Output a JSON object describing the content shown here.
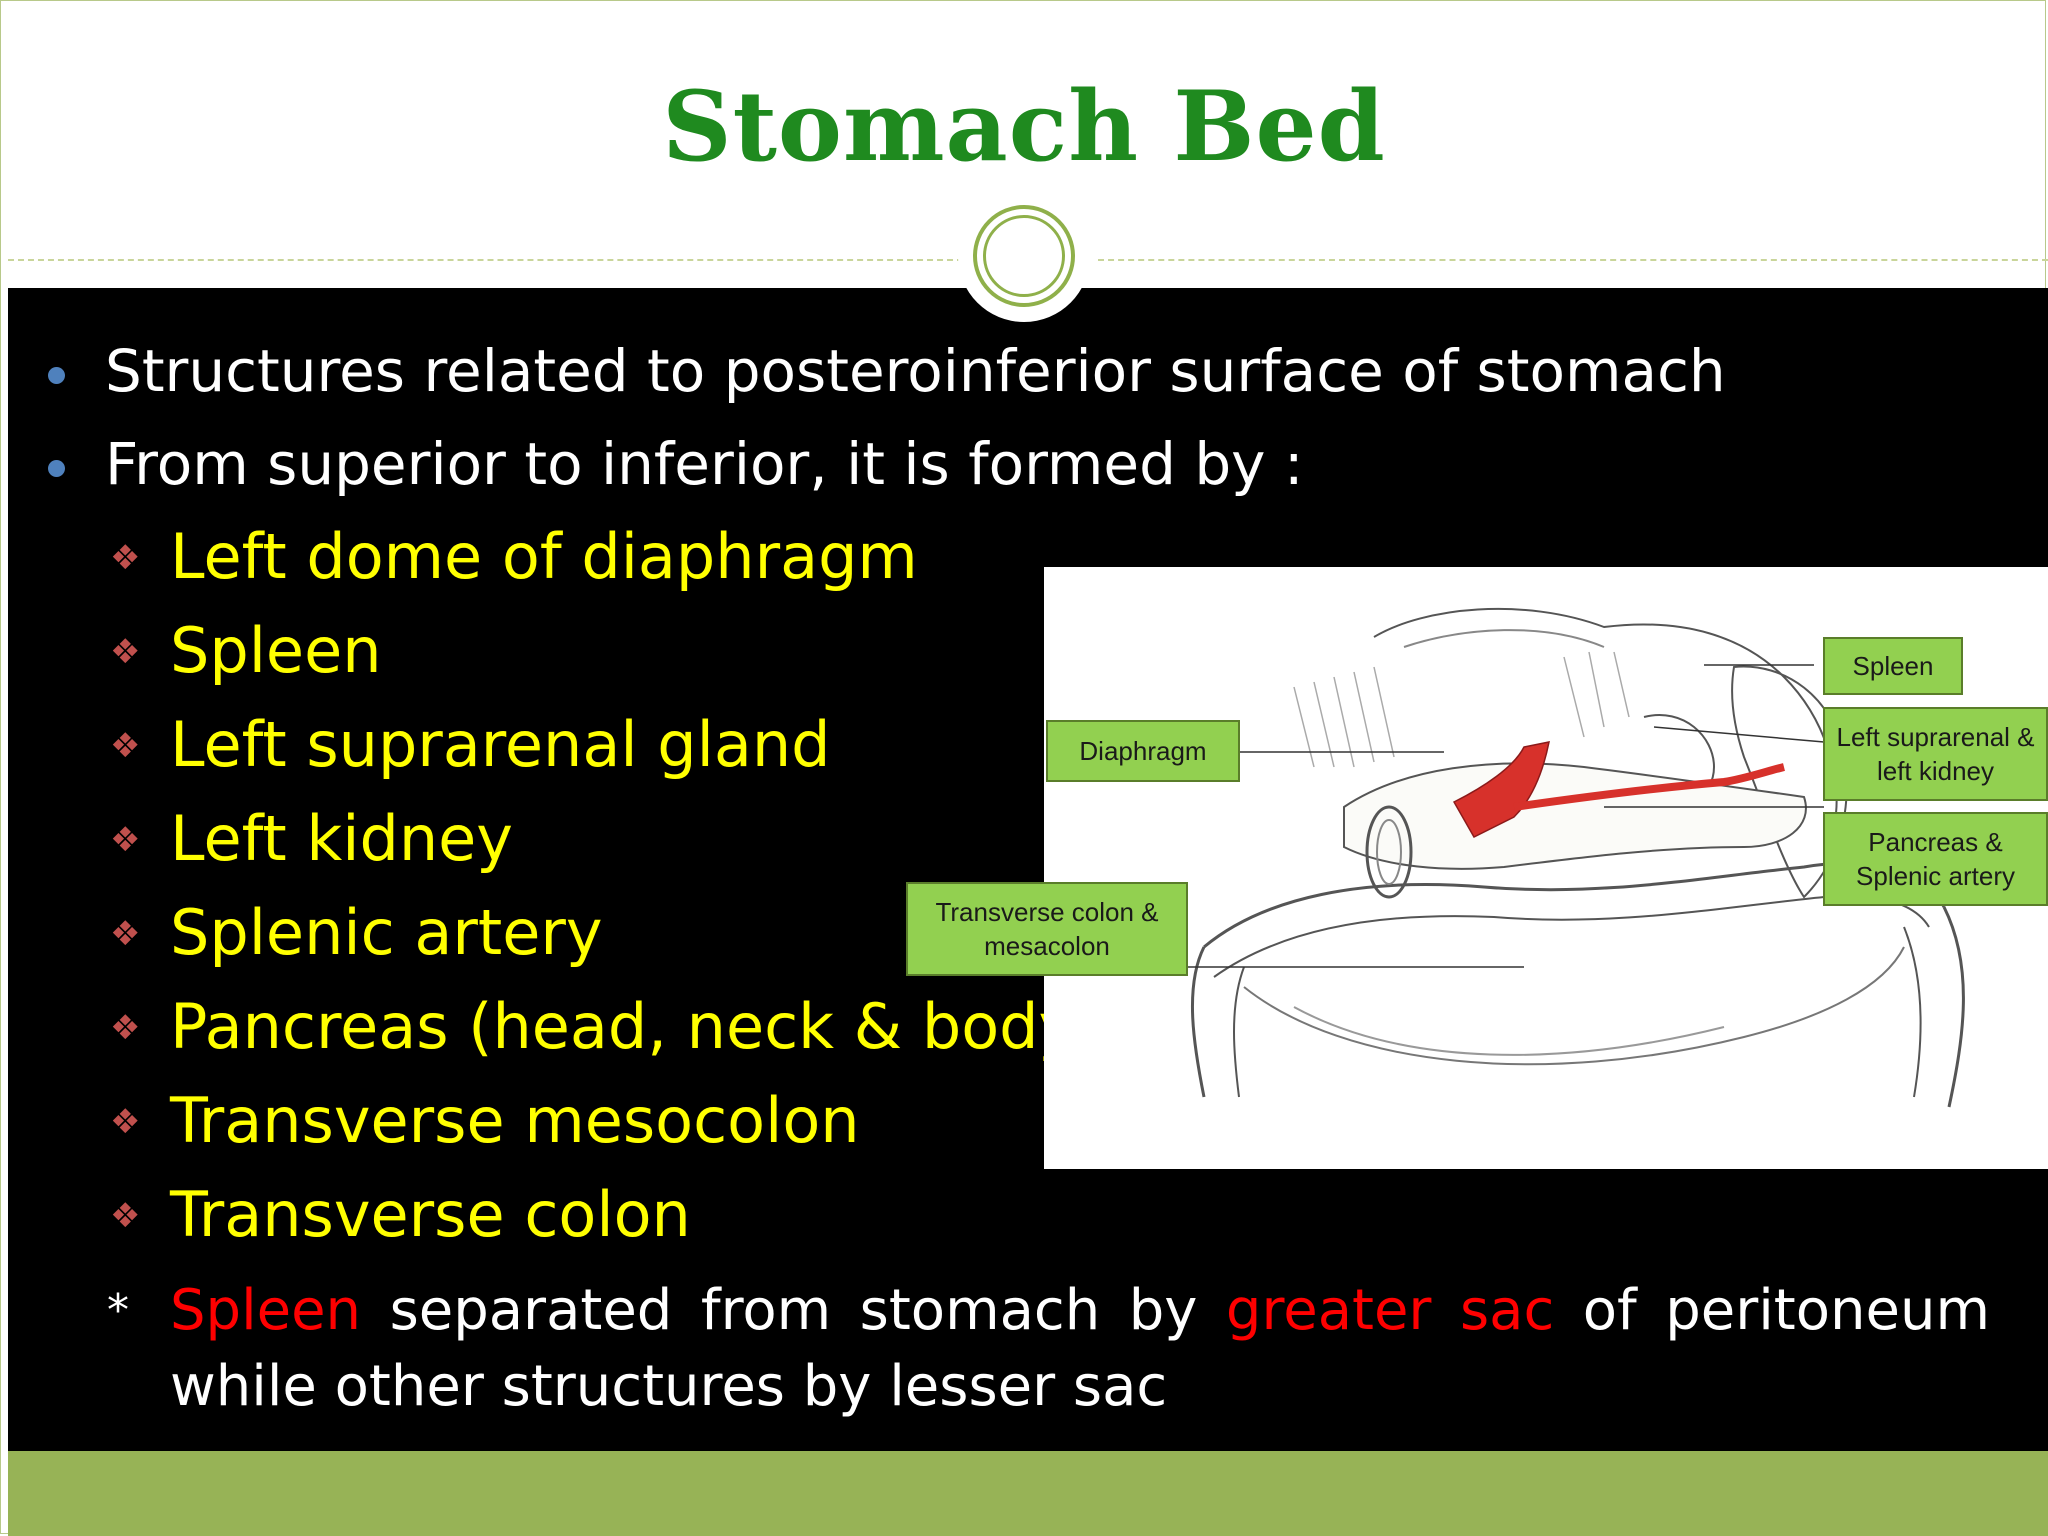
{
  "slide": {
    "title": "Stomach Bed",
    "bullets": [
      "Structures related to posteroinferior surface of stomach",
      "From superior to inferior, it is formed by :"
    ],
    "list_marker": "❖",
    "sub_items": [
      "Left dome of diaphragm",
      "Spleen",
      "Left suprarenal gland",
      "Left kidney",
      "Splenic artery",
      "Pancreas (head, neck & body)",
      "Transverse mesocolon",
      "Transverse colon"
    ],
    "note": {
      "marker": "*",
      "part1_red": "Spleen",
      "part2": " separated from stomach by ",
      "part3_red": "greater sac",
      "part4": " of peritoneum while other structures by lesser sac"
    }
  },
  "figure": {
    "labels": {
      "diaphragm": "Diaphragm",
      "transverse_colon": "Transverse colon & mesacolon",
      "spleen": "Spleen",
      "suprarenal_kidney": "Left suprarenal & left kidney",
      "pancreas_artery": "Pancreas & Splenic artery"
    }
  },
  "colors": {
    "title": "#1f8a1f",
    "panel_background": "#000000",
    "bullet_text": "#ffffff",
    "sub_item_text": "#ffff00",
    "highlight": "#ff0000",
    "footer_bar": "#97b356",
    "label_box": "#92d050",
    "splenic_artery": "#d7312b"
  }
}
